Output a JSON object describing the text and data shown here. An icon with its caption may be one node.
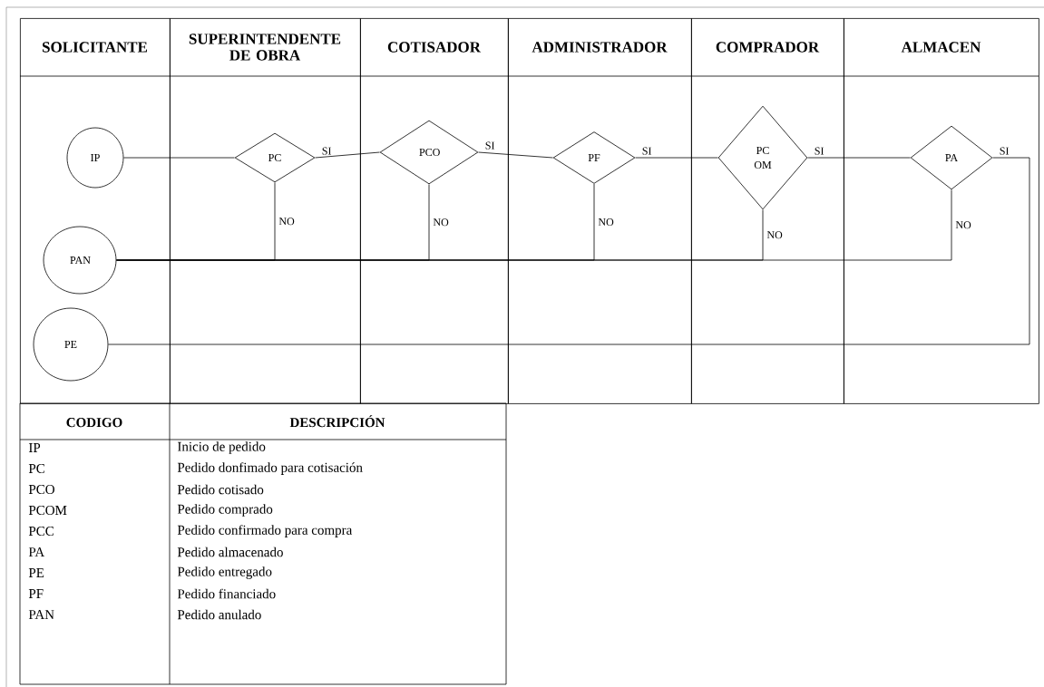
{
  "diagram": {
    "nodes": [
      {
        "text": [
          "SOLICITANTE"
        ]
      },
      {
        "text": [
          "SUPERINTENDENTE DE OBRA"
        ]
      },
      {
        "text": [
          "COTISADOR"
        ]
      },
      {
        "text": [
          "ADMINISTRADOR"
        ]
      },
      {
        "text": [
          "COMPRADOR"
        ]
      },
      {
        "text": [
          "ALMACEN"
        ]
      },
      {
        "text": [
          "IP"
        ],
        "in": 0
      },
      {
        "text": [
          "PAN"
        ],
        "in": 0
      },
      {
        "text": [
          "PE"
        ],
        "in": 0
      },
      {
        "text": [
          "PC"
        ],
        "in": 1
      },
      {
        "text": [
          "PCO"
        ],
        "in": 2
      },
      {
        "text": [
          "PF"
        ],
        "in": 3
      },
      {
        "text": [
          "PC OM"
        ],
        "in": 4
      },
      {
        "text": [
          "PA"
        ],
        "in": 5
      }
    ],
    "edges": [
      {
        "from": 6,
        "to": 9,
        "arrow": "none"
      },
      {
        "from": 9,
        "to": 10,
        "label": "SI",
        "arrow": "none"
      },
      {
        "from": 10,
        "to": 11,
        "label": "SI",
        "arrow": "none"
      },
      {
        "from": 11,
        "to": 12,
        "label": "SI",
        "arrow": "none"
      },
      {
        "from": 12,
        "to": 13,
        "label": "SI",
        "arrow": "none"
      },
      {
        "from": 13,
        "to": 8,
        "label": "SI",
        "arrow": "none"
      },
      {
        "from": 9,
        "to": 7,
        "label": "NO",
        "arrow": "none"
      },
      {
        "from": 10,
        "to": 7,
        "label": "NO",
        "arrow": "none"
      },
      {
        "from": 11,
        "to": 7,
        "label": "NO",
        "arrow": "none"
      },
      {
        "from": 12,
        "to": 7,
        "label": "NO",
        "arrow": "none"
      },
      {
        "from": 13,
        "to": 7,
        "label": "NO",
        "arrow": "none"
      }
    ],
    "labels": [
      "CODIGO",
      "DESCRIPCIÓN",
      "IP",
      "Inicio de pedido",
      "PC",
      "Pedido donfimado para cotisación",
      "PCO",
      "Pedido cotisado",
      "PCOM",
      "Pedido comprado",
      "PCC",
      "Pedido confirmado para compra",
      "PA",
      "Pedido almacenado",
      "PE",
      "Pedido entregado",
      "PF",
      "Pedido financiado",
      "PAN",
      "Pedido anulado"
    ]
  }
}
